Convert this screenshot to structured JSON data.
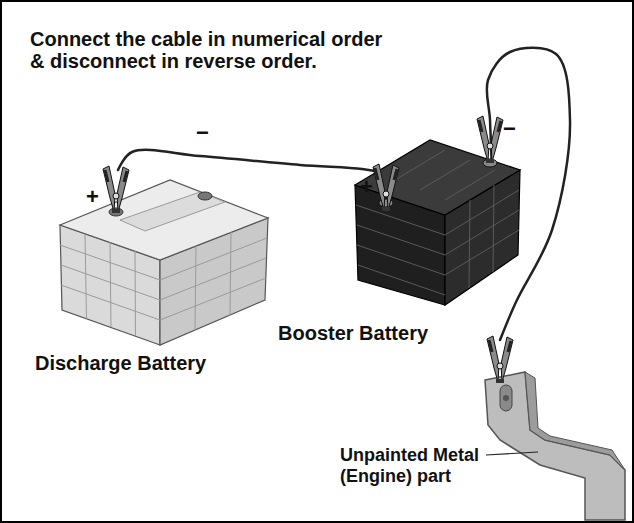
{
  "diagram": {
    "title": "Connect the cable in numerical order & disconnect in reverse order.",
    "nodes": [
      {
        "text": [
          "Discharge Battery"
        ]
      },
      {
        "text": [
          "Booster Battery"
        ]
      },
      {
        "text": [
          "Unpainted Metal (Engine) part"
        ]
      }
    ],
    "edges": [
      {
        "from": 0,
        "to": 1,
        "arrow": "none"
      },
      {
        "from": 1,
        "to": 2,
        "arrow": "none"
      }
    ],
    "labels": [
      "+",
      "−",
      "+",
      "−"
    ]
  }
}
